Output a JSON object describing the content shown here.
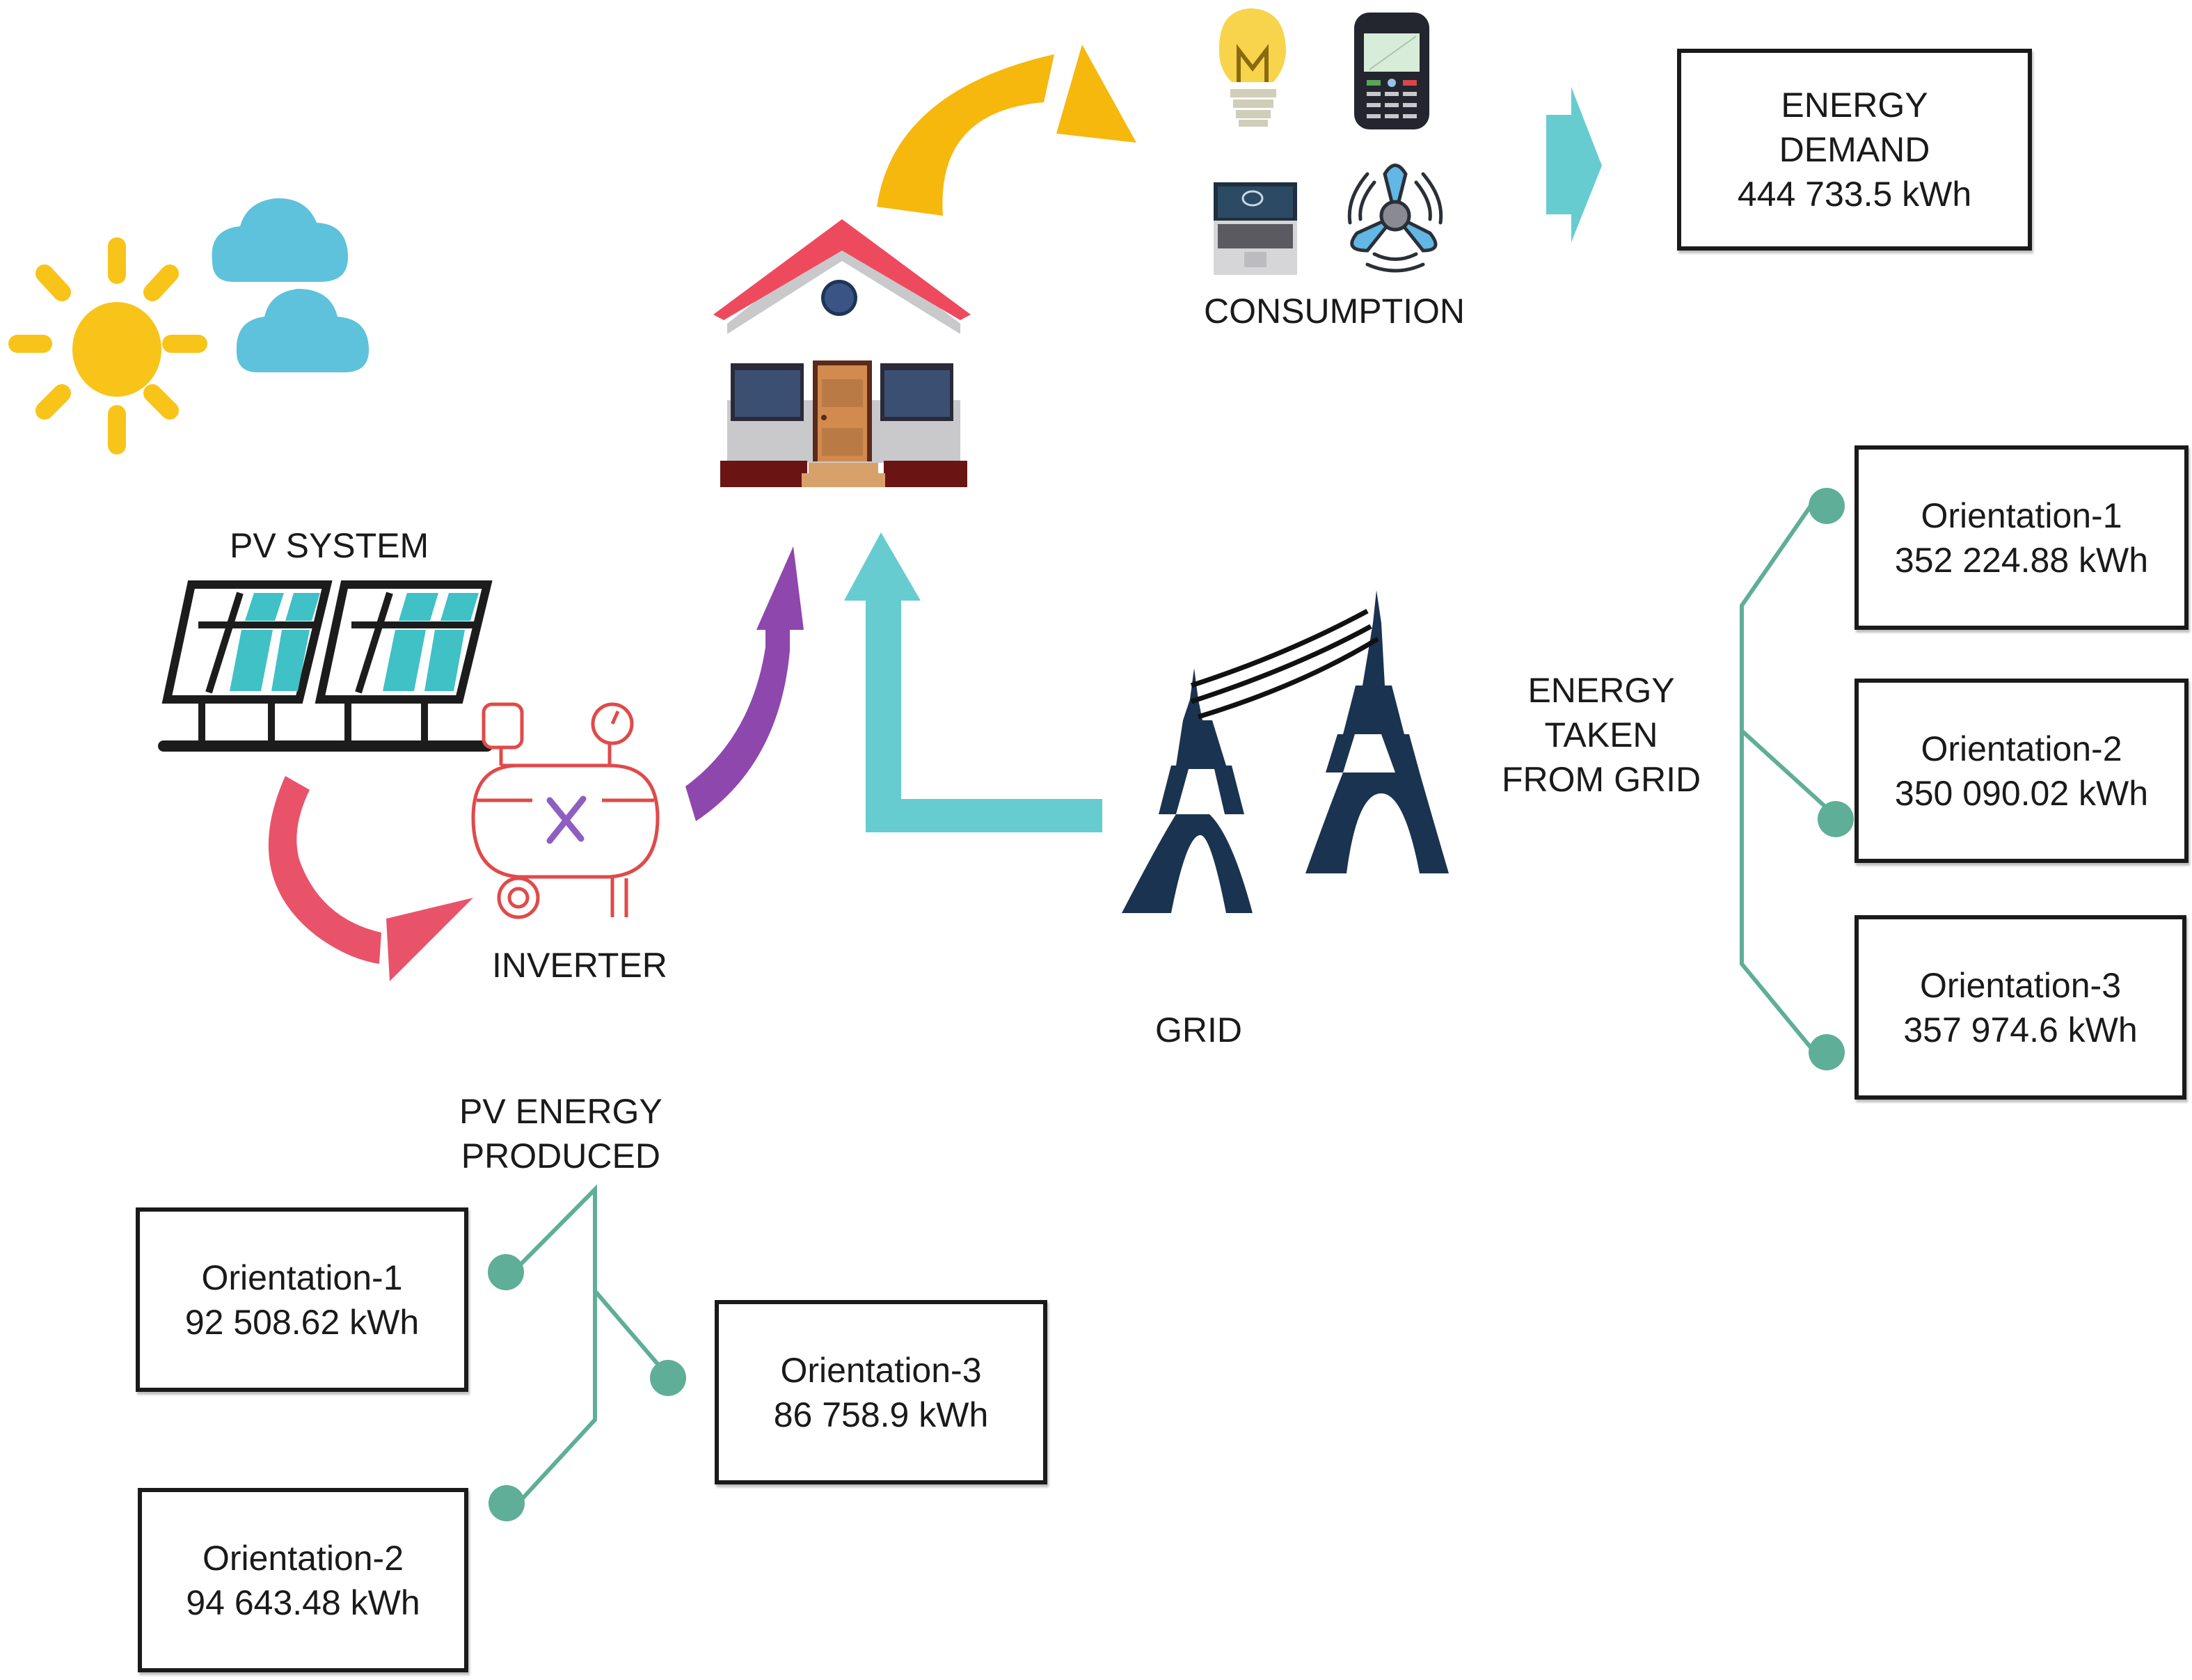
{
  "colors": {
    "sun": "#f8c41a",
    "cloud": "#5ec2dc",
    "house_roof": "#ee4a5e",
    "yellow_arrow": "#f6b80d",
    "teal_arrow": "#67ccd0",
    "purple_arrow": "#8e47ad",
    "red_arrow": "#e9536a",
    "grid_tower": "#1a3350",
    "connector": "#5fae98",
    "box_border": "#1a1a1a"
  },
  "labels": {
    "pv_system": "PV SYSTEM",
    "inverter": "INVERTER",
    "grid": "GRID",
    "consumption": "CONSUMPTION",
    "pv_energy_produced": [
      "PV ENERGY",
      "PRODUCED"
    ],
    "energy_taken_from_grid": [
      "ENERGY",
      "TAKEN",
      "FROM GRID"
    ]
  },
  "energy_demand": {
    "title": [
      "ENERGY",
      "DEMAND"
    ],
    "value": "444 733.5 kWh"
  },
  "grid_orientations": [
    {
      "name": "Orientation-1",
      "value": "352 224.88 kWh"
    },
    {
      "name": "Orientation-2",
      "value": "350 090.02 kWh"
    },
    {
      "name": "Orientation-3",
      "value": "357 974.6 kWh"
    }
  ],
  "pv_orientations": [
    {
      "name": "Orientation-1",
      "value": "92 508.62 kWh"
    },
    {
      "name": "Orientation-2",
      "value": "94 643.48 kWh"
    },
    {
      "name": "Orientation-3",
      "value": "86 758.9 kWh"
    }
  ],
  "icons": [
    "sun-icon",
    "cloud-icon",
    "house-icon",
    "solar-panel-icon",
    "inverter-icon",
    "grid-tower-icon",
    "light-bulb-icon",
    "mobile-phone-icon",
    "laptop-icon",
    "fan-icon"
  ]
}
